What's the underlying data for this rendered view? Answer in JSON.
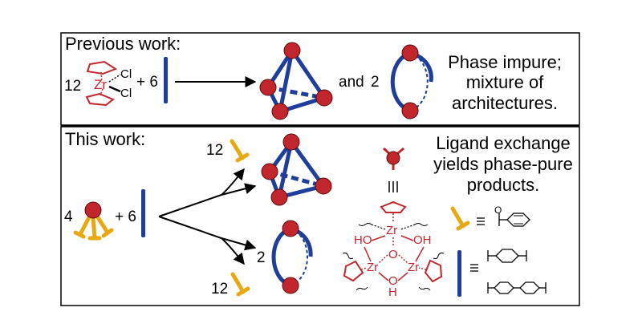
{
  "previous": {
    "heading": "Previous work:",
    "coeff_left": "12",
    "zr": "Zr",
    "cl1": "Cl",
    "cl2": "Cl",
    "plus": "+ 6",
    "and_text": "and",
    "and_coeff": "2",
    "result_lines": [
      "Phase impure;",
      "mixture of",
      "architectures."
    ]
  },
  "current": {
    "heading": "This work:",
    "coeff_left": "4",
    "plus": "+ 6",
    "coeff_top": "12",
    "coeff_mid": "2",
    "coeff_bottom": "12",
    "result_lines": [
      "Ligand exchange",
      "yields phase-pure",
      "products."
    ],
    "equiv": "≡",
    "cluster_labels": {
      "zr": "Zr",
      "ho": "HO",
      "oh": "OH",
      "o": "O",
      "h": "H"
    }
  },
  "colors": {
    "red": "#c0262c",
    "blue": "#1f3e9a",
    "yellow": "#e8a812",
    "black": "#000000"
  }
}
